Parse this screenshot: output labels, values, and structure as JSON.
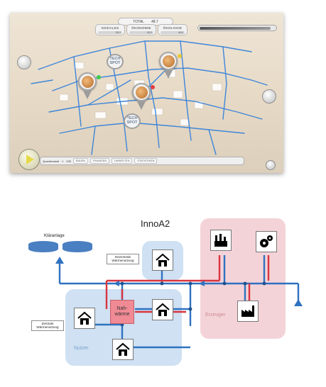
{
  "game": {
    "hud_total_label": "TOTAL",
    "hud_total_value": "48.7",
    "groups": [
      {
        "label": "SOZIALES",
        "value": "55.2"
      },
      {
        "label": "ÖKONOMIE",
        "value": "45.3"
      },
      {
        "label": "ÖKOLOGIE",
        "value": "46.0"
      }
    ],
    "tech_spot_label": "TECH\nSPOT",
    "bottom_bar": {
      "quarter_label": "Quartierstadt",
      "population": "235",
      "tabs": [
        "BAUEN",
        "FINANZEN",
        "UMWELTEN",
        "STATISTIKEN"
      ]
    },
    "colors": {
      "pipe": "#3f86d9",
      "hud_bg": "#f2f2f2",
      "map_bg": "#e6d9c5"
    }
  },
  "diagram": {
    "title": "InnoA2",
    "klaeranlage_label": "Kläranlage",
    "dezentrale_label": "Dezentrale Wärmenutzung",
    "zentrale_label": "Zentrale Wärmenutzung",
    "nahwaerme_label": "Nah-\nwärme",
    "nutzer_label": "Nutzer",
    "erzeuger_label": "Erzeuger",
    "icons": [
      "house-icon",
      "factory-icon",
      "gears-icon",
      "industrial-plant-icon",
      "tank-icon"
    ],
    "colors": {
      "blue_box": "#cfe1f3",
      "pink_box": "#f4d3d8",
      "pipe_blue": "#2f72c0",
      "pipe_red": "#d9343f",
      "nahwaerme": "#f08a95"
    }
  }
}
